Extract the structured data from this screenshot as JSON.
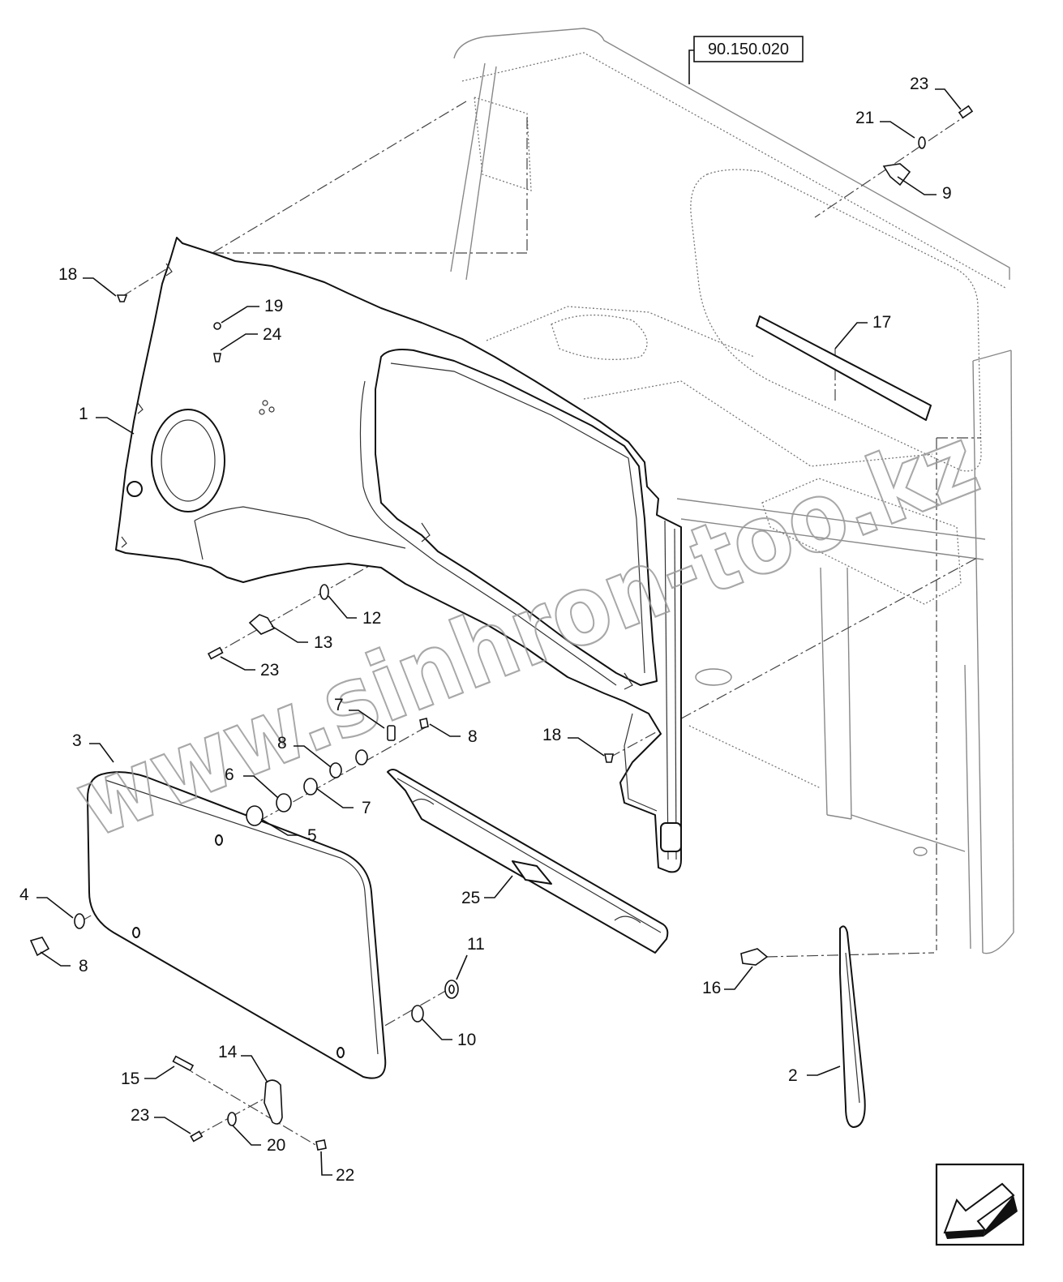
{
  "reference": "90.150.020",
  "watermark": "www.sinhron-too.kz",
  "callouts": [
    "23",
    "21",
    "9",
    "18",
    "19",
    "24",
    "17",
    "1",
    "12",
    "13",
    "23",
    "7",
    "8",
    "18",
    "3",
    "8",
    "6",
    "7",
    "5",
    "25",
    "4",
    "8",
    "11",
    "16",
    "10",
    "14",
    "15",
    "2",
    "23",
    "20",
    "22"
  ],
  "icons": {
    "navigation": "previous-page-arrow-icon"
  },
  "colors": {
    "line": "#111111",
    "frame": "#888888",
    "watermark": "#9a9a9a"
  }
}
